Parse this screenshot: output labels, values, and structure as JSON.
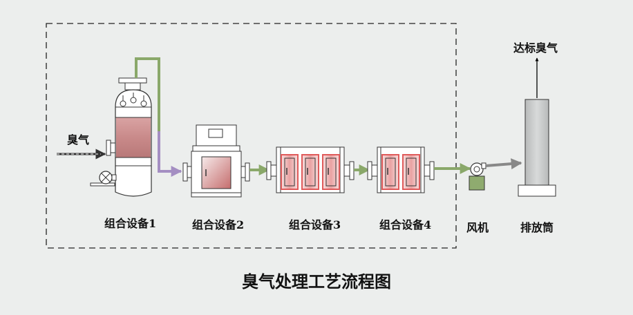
{
  "labels": {
    "inlet": "臭气",
    "unit1": "组合设备1",
    "unit2": "组合设备2",
    "unit3": "组合设备3",
    "unit4": "组合设备4",
    "fan": "风机",
    "stack": "排放筒",
    "outlet": "达标臭气"
  },
  "title": "臭气处理工艺流程图",
  "colors": {
    "background": "#eceeed",
    "pipe_green": "#8aa86a",
    "pipe_purple": "#a48ec2",
    "filter_red": "#e05a5a",
    "tank_fill": "#c98a8a",
    "stack_fill": "#c9cbcb"
  }
}
